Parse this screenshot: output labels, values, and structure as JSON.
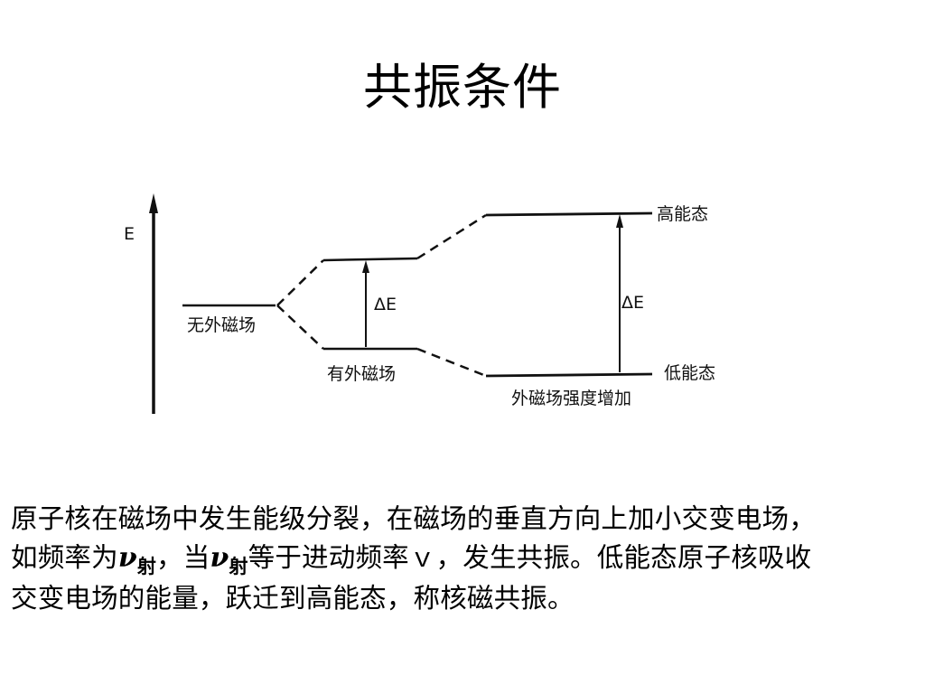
{
  "slide": {
    "title": "共振条件"
  },
  "diagram": {
    "axis_label": "E",
    "labels": {
      "no_field": "无外磁场",
      "with_field": "有外磁场",
      "field_increase": "外磁场强度增加",
      "high_state": "高能态",
      "low_state": "低能态",
      "delta_e_small": "ΔE",
      "delta_e_large": "ΔE"
    }
  },
  "body": {
    "line1": "原子核在磁场中发生能级分裂，在磁场的垂直方向上加小交变电场，",
    "line2_a": "如频率为",
    "nu_symbol": "ν",
    "nu_subscript": "射",
    "line2_b": "，当",
    "line2_c": "等于进动频率ｖ，发生共振。低能态原子核吸收",
    "line3": "交变电场的能量，跃迁到高能态，称核磁共振。"
  }
}
